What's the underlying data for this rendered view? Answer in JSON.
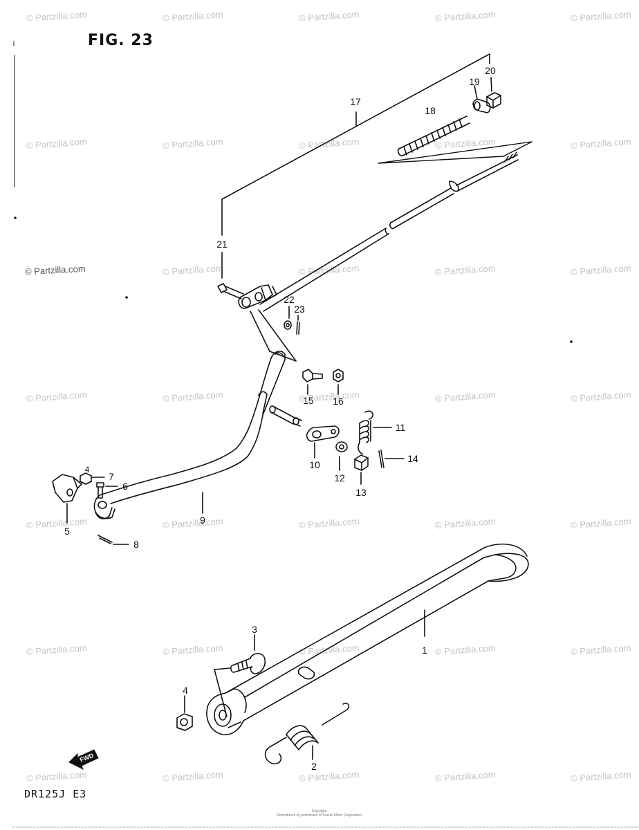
{
  "figure": {
    "title": "FIG. 23",
    "model": "DR125J  E3",
    "fwd_label": "FWD",
    "copyright_line1": "Copyright",
    "copyright_line2": "Reproduced by permission of Suzuki Motor Corporation"
  },
  "watermark": {
    "text": "© Partzilla.com",
    "highlighted_text": "© Partzilla.com"
  },
  "callouts": [
    {
      "id": "1",
      "label": "1"
    },
    {
      "id": "2",
      "label": "2"
    },
    {
      "id": "3",
      "label": "3"
    },
    {
      "id": "4a",
      "label": "4"
    },
    {
      "id": "4b",
      "label": "4"
    },
    {
      "id": "5",
      "label": "5"
    },
    {
      "id": "6",
      "label": "6"
    },
    {
      "id": "7",
      "label": "7"
    },
    {
      "id": "8",
      "label": "8"
    },
    {
      "id": "9",
      "label": "9"
    },
    {
      "id": "10",
      "label": "10"
    },
    {
      "id": "11",
      "label": "11"
    },
    {
      "id": "12",
      "label": "12"
    },
    {
      "id": "13",
      "label": "13"
    },
    {
      "id": "14",
      "label": "14"
    },
    {
      "id": "15",
      "label": "15"
    },
    {
      "id": "16",
      "label": "16"
    },
    {
      "id": "17",
      "label": "17"
    },
    {
      "id": "18",
      "label": "18"
    },
    {
      "id": "19",
      "label": "19"
    },
    {
      "id": "20",
      "label": "20"
    },
    {
      "id": "21",
      "label": "21"
    },
    {
      "id": "22",
      "label": "22"
    },
    {
      "id": "23",
      "label": "23"
    }
  ]
}
